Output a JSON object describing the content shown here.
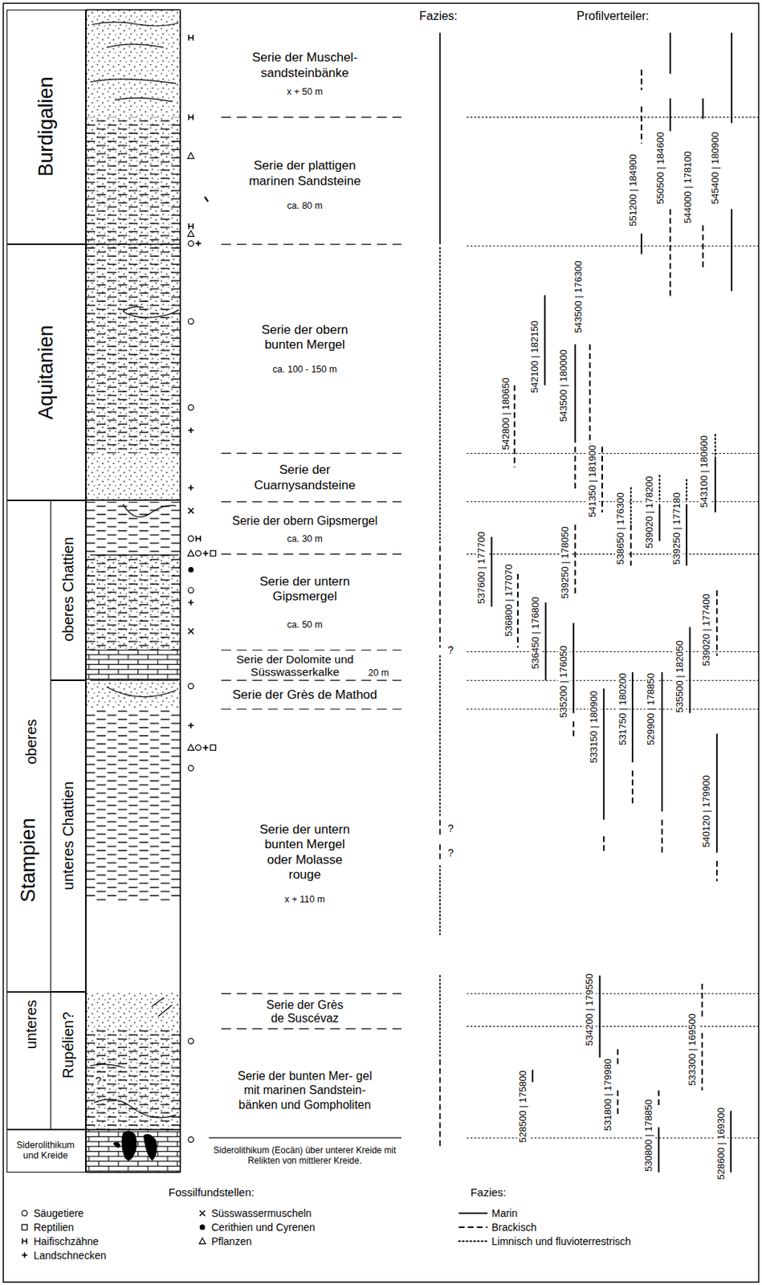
{
  "diagram": {
    "nodes": [
      {
        "text": [
          "Burdigalien"
        ]
      },
      {
        "text": [
          "Aquitanien"
        ]
      },
      {
        "text": [
          "Stampien",
          "oberes",
          "unteres"
        ]
      },
      {
        "text": [
          "oberes Chattien"
        ],
        "in": 2
      },
      {
        "text": [
          "unteres Chattien"
        ],
        "in": 2
      },
      {
        "text": [
          "Rupélien?"
        ],
        "in": 2
      },
      {
        "text": [
          "Siderolithikum und Kreide"
        ]
      }
    ],
    "labels": [
      "Fazies:",
      "Profilverteiler:",
      "Serie der Muschel- sandsteinbänke",
      "x + 50 m",
      "Serie der plattigen marinen Sandsteine",
      "ca. 80 m",
      "Serie der obern bunten Mergel",
      "ca. 100 - 150 m",
      "Serie der Cuarnysandsteine",
      "Serie der obern Gipsmergel",
      "ca. 30 m",
      "Serie der untern Gipsmergel",
      "ca. 50 m",
      "Serie der Dolomite und Süsswasserkalke",
      "20 m",
      "Serie der Grès de Mathod",
      "Serie der untern bunten Mergel oder Molasse rouge",
      "x + 110 m",
      "Serie der Grès de Suscévaz",
      "Serie der bunten Mer- gel mit marinen Sandstein- bänken und Gompholiten",
      "Siderolithikum (Eocän) über unterer Kreide mit Relikten von mittlerer Kreide.",
      "?",
      "?",
      "?",
      "?",
      "551200 | 184900",
      "550500 | 184600",
      "544000 | 178100",
      "545400 | 180900",
      "543500 | 176300",
      "542100 | 182150",
      "543500 | 180000",
      "542800 | 180650",
      "543100 | 180600",
      "541350 | 181900",
      "539020 | 178200",
      "538650 | 176300",
      "539250 | 177180",
      "539250 | 178050",
      "537600 | 177700",
      "536800 | 177070",
      "539020 | 177400",
      "536450 | 176800",
      "535500 | 182050",
      "535200 | 176050",
      "531750 | 180200",
      "529900 | 178850",
      "533150 | 180900",
      "540120 | 179900",
      "534200 | 179550",
      "533300 | 169500",
      "531800 | 179980",
      "528500 | 175800",
      "530800 | 178850",
      "528600 | 169300",
      "Fossilfundstellen:",
      "Fazies:"
    ],
    "legend": [
      {
        "text": "Säugetiere"
      },
      {
        "text": "Reptilien"
      },
      {
        "text": "Haifischzähne"
      },
      {
        "text": "Landschnecken"
      },
      {
        "text": "Süsswassermuscheln"
      },
      {
        "text": "Cerithien und Cyrenen"
      },
      {
        "text": "Pflanzen"
      },
      {
        "text": "Marin"
      },
      {
        "text": "Brackisch"
      },
      {
        "text": "Limnisch und fluvioterrestrisch"
      }
    ]
  }
}
